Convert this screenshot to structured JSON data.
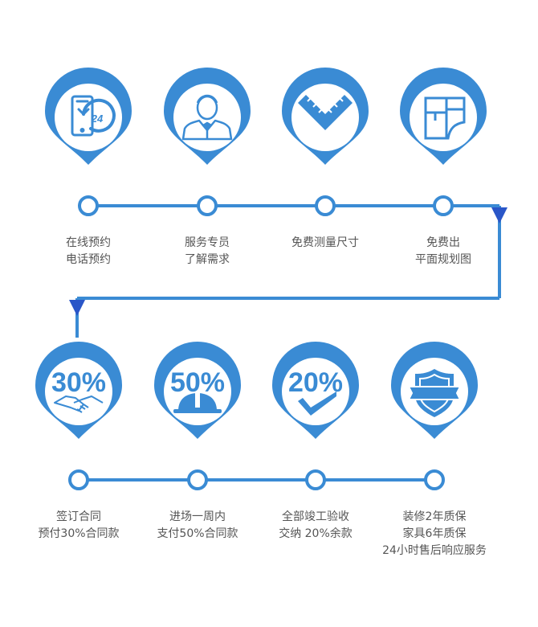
{
  "colors": {
    "primary": "#3a8bd4",
    "connector": "#3a8bd4",
    "arrow": "#2a56c8",
    "text": "#555555"
  },
  "row1": {
    "steps": [
      {
        "icon": "phone-24-icon",
        "lines": [
          "在线预约",
          "电话预约"
        ]
      },
      {
        "icon": "service-staff-icon",
        "lines": [
          "服务专员",
          "了解需求"
        ]
      },
      {
        "icon": "measuring-ruler-icon",
        "lines": [
          "免费测量尺寸"
        ]
      },
      {
        "icon": "floor-plan-icon",
        "lines": [
          "免费出",
          "平面规划图"
        ]
      }
    ]
  },
  "row2": {
    "steps": [
      {
        "badge": "30%",
        "icon": "handshake-icon",
        "lines": [
          "签订合同",
          "预付30%合同款"
        ]
      },
      {
        "badge": "50%",
        "icon": "hard-hat-icon",
        "lines": [
          "进场一周内",
          "支付50%合同款"
        ]
      },
      {
        "badge": "20%",
        "icon": "checkmark-icon",
        "lines": [
          "全部竣工验收",
          "交纳 20%余款"
        ]
      },
      {
        "icon": "shield-badge-icon",
        "lines": [
          "装修2年质保",
          "家具6年质保",
          "24小时售后响应服务"
        ]
      }
    ]
  }
}
